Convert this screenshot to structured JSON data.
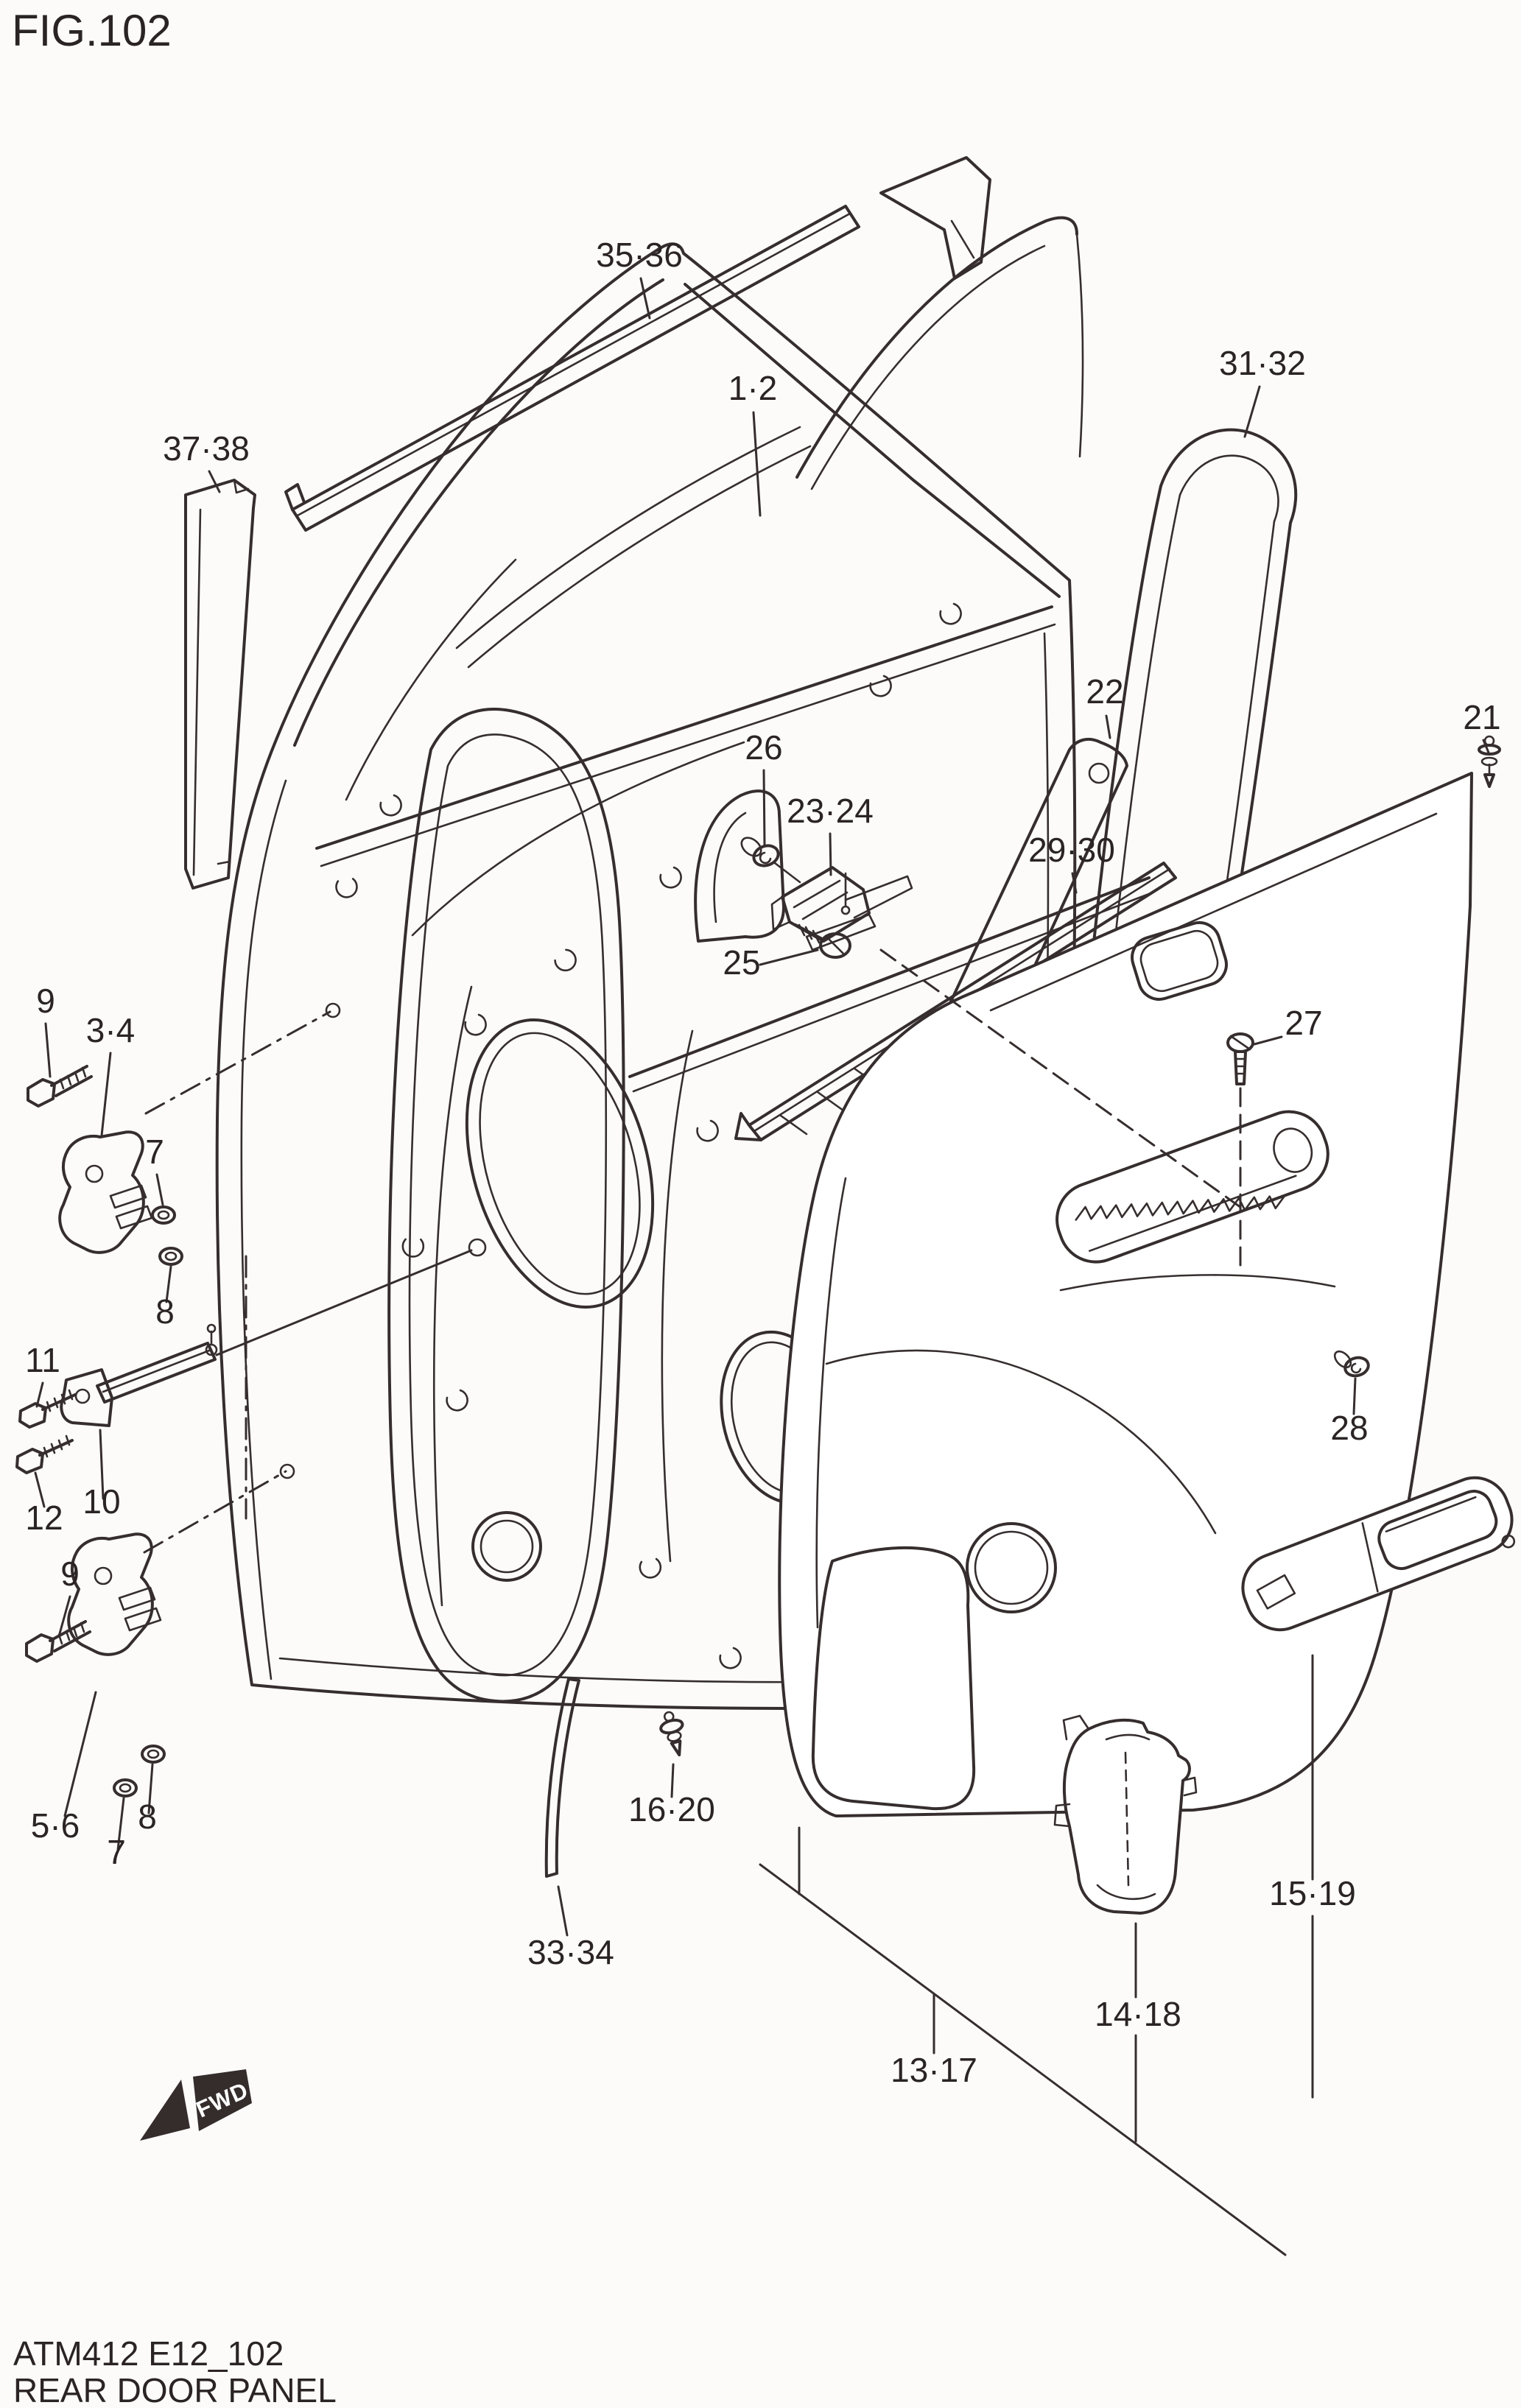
{
  "figure": {
    "title": "FIG.102",
    "code": "ATM412 E12_102",
    "name": "REAR DOOR PANEL",
    "direction_label": "FWD"
  },
  "colors": {
    "ink": "#362e2e",
    "paper": "#fcfbfa"
  },
  "callouts": [
    {
      "id": "35-36",
      "label": "35·36",
      "part": "roof-side-molding"
    },
    {
      "id": "1-2",
      "label": "1·2",
      "part": "rear-door-panel"
    },
    {
      "id": "31-32",
      "label": "31·32",
      "part": "glass-run"
    },
    {
      "id": "37-38",
      "label": "37·38",
      "part": "pillar-tape"
    },
    {
      "id": "22",
      "label": "22",
      "part": "sash-center-guide"
    },
    {
      "id": "21",
      "label": "21",
      "part": "clip"
    },
    {
      "id": "26",
      "label": "26",
      "part": "grommet-clip"
    },
    {
      "id": "23-24",
      "label": "23·24",
      "part": "sash-bracket"
    },
    {
      "id": "29-30",
      "label": "29·30",
      "part": "belt-molding"
    },
    {
      "id": "25",
      "label": "25",
      "part": "bracket-screw"
    },
    {
      "id": "9-upper",
      "label": "9",
      "part": "hinge-bolt"
    },
    {
      "id": "3-4",
      "label": "3·4",
      "part": "upper-hinge"
    },
    {
      "id": "27",
      "label": "27",
      "part": "armrest-screw"
    },
    {
      "id": "7-upper",
      "label": "7",
      "part": "hinge-nut"
    },
    {
      "id": "8-upper",
      "label": "8",
      "part": "hinge-nut"
    },
    {
      "id": "11",
      "label": "11",
      "part": "check-bolt"
    },
    {
      "id": "28",
      "label": "28",
      "part": "trim-clip"
    },
    {
      "id": "10",
      "label": "10",
      "part": "door-check"
    },
    {
      "id": "12",
      "label": "12",
      "part": "check-bolt"
    },
    {
      "id": "9-lower",
      "label": "9",
      "part": "hinge-bolt"
    },
    {
      "id": "5-6",
      "label": "5·6",
      "part": "lower-hinge"
    },
    {
      "id": "7-lower",
      "label": "7",
      "part": "hinge-nut"
    },
    {
      "id": "8-lower",
      "label": "8",
      "part": "hinge-nut"
    },
    {
      "id": "16-20",
      "label": "16·20",
      "part": "trim-fastener"
    },
    {
      "id": "33-34",
      "label": "33·34",
      "part": "lower-tape"
    },
    {
      "id": "15-19",
      "label": "15·19",
      "part": "handle-bezel"
    },
    {
      "id": "14-18",
      "label": "14·18",
      "part": "pocket-bracket"
    },
    {
      "id": "13-17",
      "label": "13·17",
      "part": "door-trim"
    }
  ]
}
